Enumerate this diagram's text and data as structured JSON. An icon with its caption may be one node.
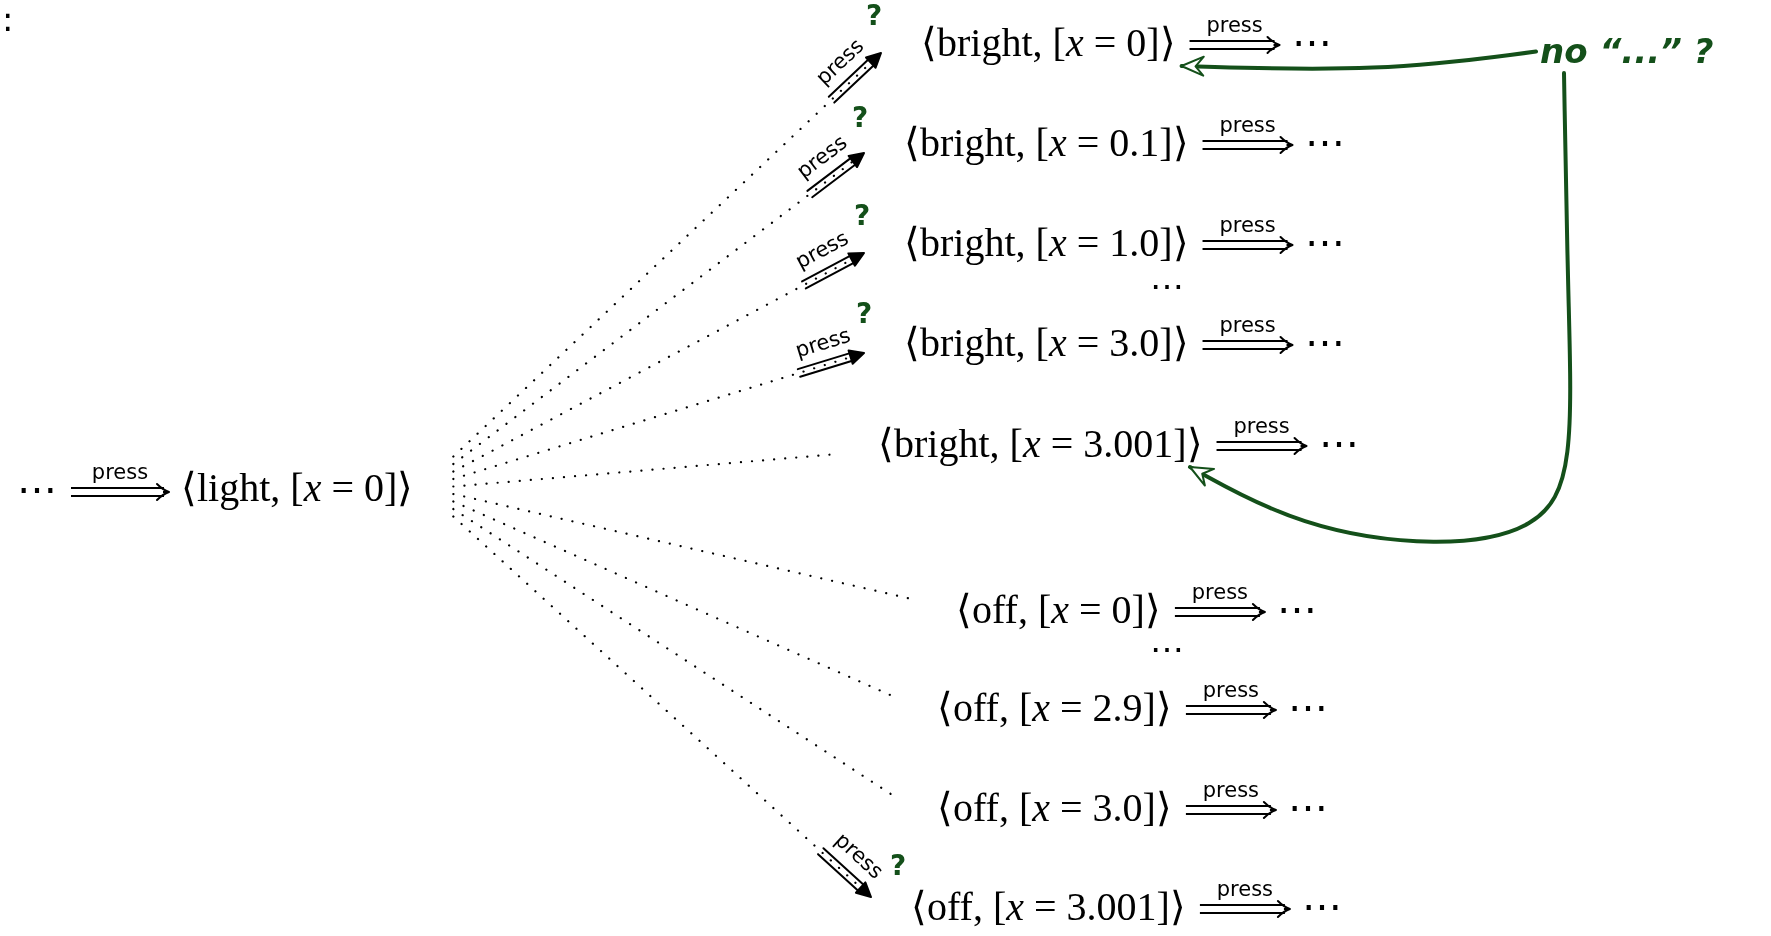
{
  "diagram": {
    "nodes": [
      {
        "text": [
          "⋯"
        ]
      },
      {
        "text": [
          "⟨light, [*x* = 0]⟩"
        ]
      },
      {
        "text": [
          "⟨bright, [*x* = 0]⟩"
        ]
      },
      {
        "text": [
          "⋯"
        ]
      },
      {
        "text": [
          "⟨bright, [*x* = 0.1]⟩"
        ]
      },
      {
        "text": [
          "⋯"
        ]
      },
      {
        "text": [
          "⟨bright, [*x* = 1.0]⟩"
        ]
      },
      {
        "text": [
          "⋯"
        ]
      },
      {
        "text": [
          "⟨bright, [*x* = 3.0]⟩"
        ]
      },
      {
        "text": [
          "⋯"
        ]
      },
      {
        "text": [
          "⟨bright, [*x* = 3.001]⟩"
        ]
      },
      {
        "text": [
          "⋯"
        ]
      },
      {
        "text": [
          "⟨off, [*x* = 0]⟩"
        ]
      },
      {
        "text": [
          "⋯"
        ]
      },
      {
        "text": [
          "⟨off, [*x* = 2.9]⟩"
        ]
      },
      {
        "text": [
          "⋯"
        ]
      },
      {
        "text": [
          "⟨off, [*x* = 3.0]⟩"
        ]
      },
      {
        "text": [
          "⋯"
        ]
      },
      {
        "text": [
          "⟨off, [*x* = 3.001]⟩"
        ]
      },
      {
        "text": [
          "⋯"
        ]
      },
      {
        "text": [
          "no “...” ?"
        ]
      }
    ],
    "edges": [
      {
        "from": 0,
        "to": 1,
        "arrow": "to",
        "label": "press"
      },
      {
        "from": 1,
        "to": 2,
        "arrow": "to",
        "label": "press",
        "style": "dashed"
      },
      {
        "from": 1,
        "to": 4,
        "arrow": "to",
        "label": "press",
        "style": "dashed"
      },
      {
        "from": 1,
        "to": 6,
        "arrow": "to",
        "label": "press",
        "style": "dashed"
      },
      {
        "from": 1,
        "to": 8,
        "arrow": "to",
        "label": "press",
        "style": "dashed"
      },
      {
        "from": 1,
        "to": 10,
        "arrow": "none",
        "style": "dashed"
      },
      {
        "from": 1,
        "to": 12,
        "arrow": "none",
        "style": "dashed"
      },
      {
        "from": 1,
        "to": 14,
        "arrow": "none",
        "style": "dashed"
      },
      {
        "from": 1,
        "to": 16,
        "arrow": "none",
        "style": "dashed"
      },
      {
        "from": 1,
        "to": 18,
        "arrow": "to",
        "label": "press",
        "style": "dashed"
      },
      {
        "from": 2,
        "to": 3,
        "arrow": "to",
        "label": "press"
      },
      {
        "from": 4,
        "to": 5,
        "arrow": "to",
        "label": "press"
      },
      {
        "from": 6,
        "to": 7,
        "arrow": "to",
        "label": "press"
      },
      {
        "from": 8,
        "to": 9,
        "arrow": "to",
        "label": "press"
      },
      {
        "from": 10,
        "to": 11,
        "arrow": "to",
        "label": "press"
      },
      {
        "from": 12,
        "to": 13,
        "arrow": "to",
        "label": "press"
      },
      {
        "from": 14,
        "to": 15,
        "arrow": "to",
        "label": "press"
      },
      {
        "from": 16,
        "to": 17,
        "arrow": "to",
        "label": "press"
      },
      {
        "from": 18,
        "to": 19,
        "arrow": "to",
        "label": "press"
      },
      {
        "from": 20,
        "to": 2,
        "arrow": "to",
        "color": "#14501a"
      },
      {
        "from": 20,
        "to": 10,
        "arrow": "to",
        "color": "#14501a"
      }
    ],
    "labels": [
      ":",
      "?",
      "?",
      "?",
      "⋯",
      "?",
      "⋯",
      "?"
    ]
  }
}
